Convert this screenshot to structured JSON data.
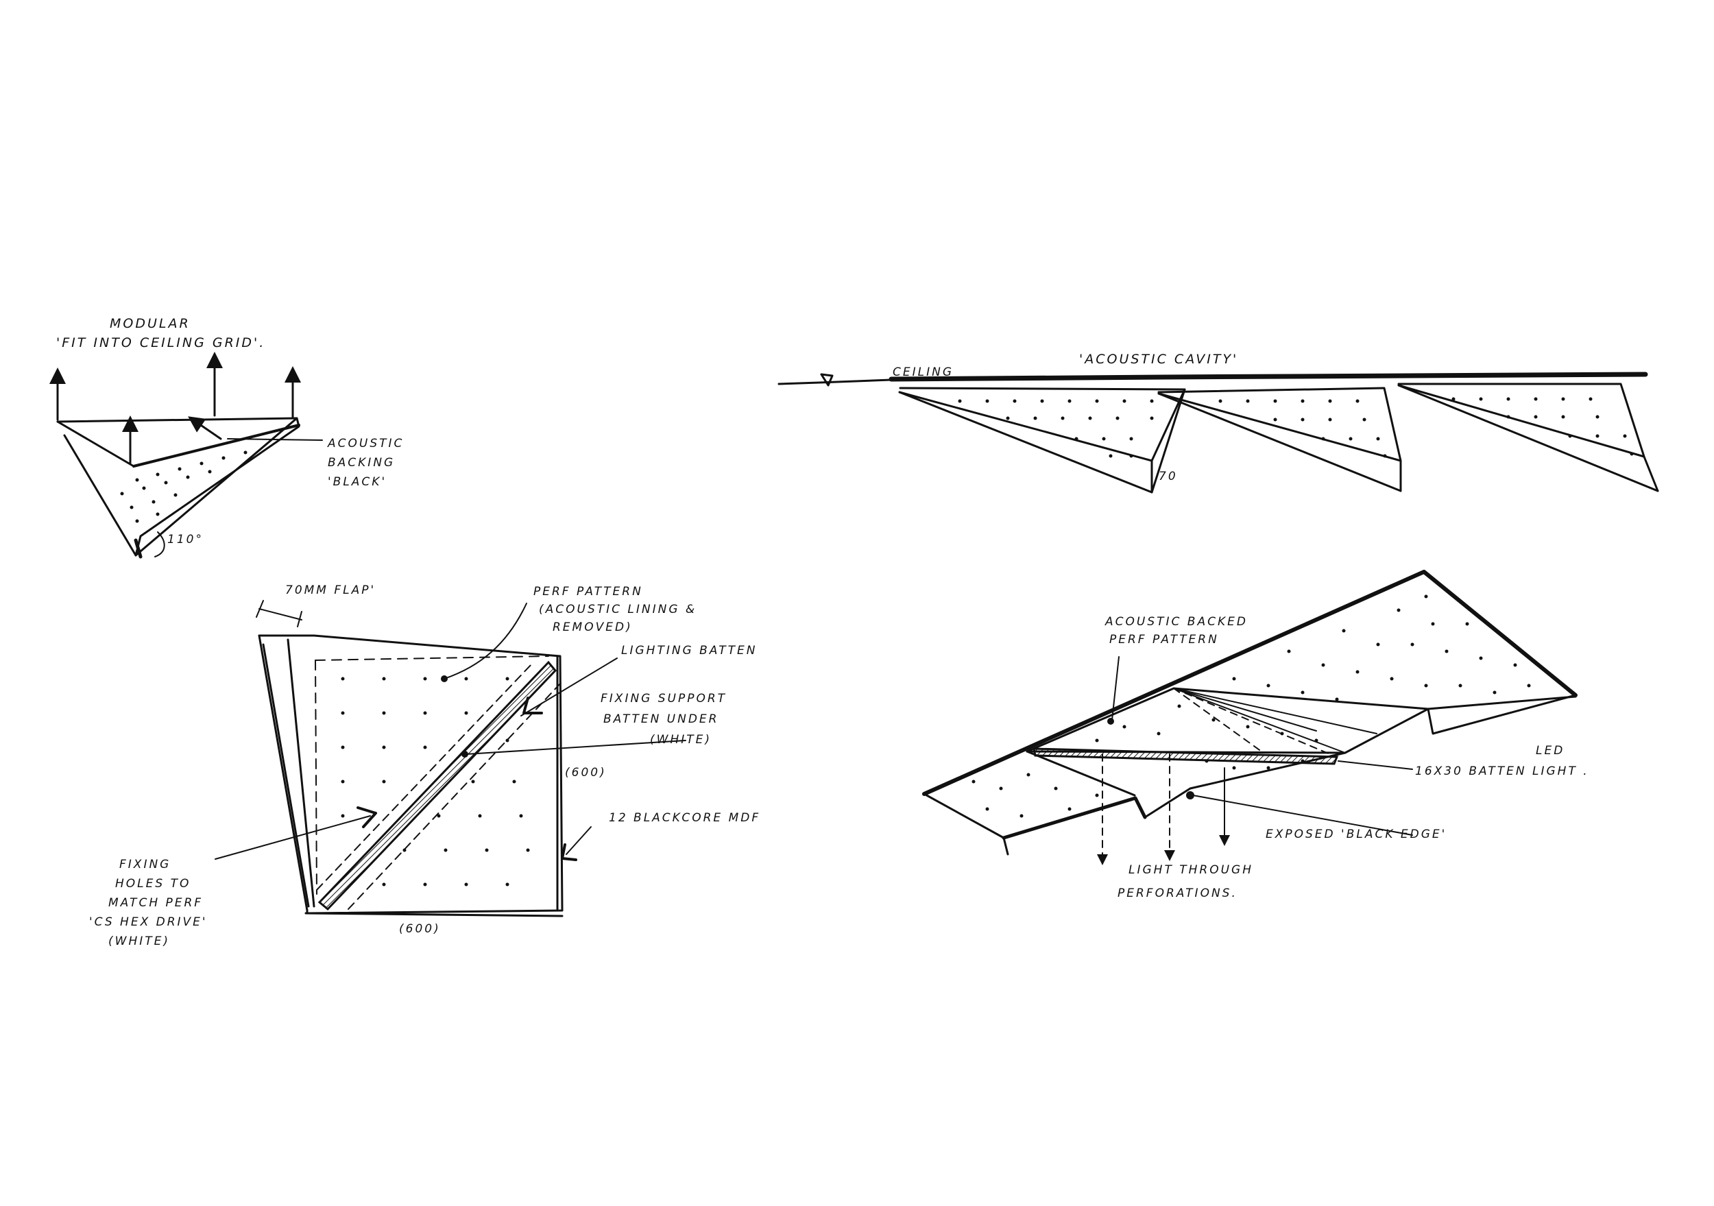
{
  "sketch_1": {
    "label_modular": "MODULAR",
    "label_fit": "'FIT INTO CEILING GRID'.",
    "label_acoustic": [
      "ACOUSTIC",
      "BACKING",
      "'BLACK'"
    ],
    "label_angle": "110°"
  },
  "sketch_2": {
    "label_ceiling": "CEILING",
    "label_cavity": "'ACOUSTIC CAVITY'",
    "label_depth": "70"
  },
  "sketch_3": {
    "label_flap": "70MM FLAP'",
    "label_perf": [
      "PERF PATTERN",
      "(ACOUSTIC LINING &",
      "REMOVED)"
    ],
    "label_lighting": "LIGHTING BATTEN",
    "label_fixing_support": [
      "FIXING SUPPORT",
      "BATTEN UNDER",
      "(WHITE)"
    ],
    "label_dim_right": "(600)",
    "label_mdf": "12 BLACKCORE MDF",
    "label_dim_bottom": "(600)",
    "label_fixing_holes": [
      "FIXING",
      "HOLES TO",
      "MATCH PERF",
      "'CS HEX DRIVE'",
      "(WHITE)"
    ]
  },
  "sketch_4": {
    "label_acoustic_backed": [
      "ACOUSTIC BACKED",
      "PERF PATTERN"
    ],
    "label_led": [
      "LED",
      "16X30 BATTEN LIGHT ."
    ],
    "label_exposed": "EXPOSED 'BLACK EDGE'",
    "label_light": [
      "LIGHT THROUGH",
      "PERFORATIONS."
    ]
  }
}
